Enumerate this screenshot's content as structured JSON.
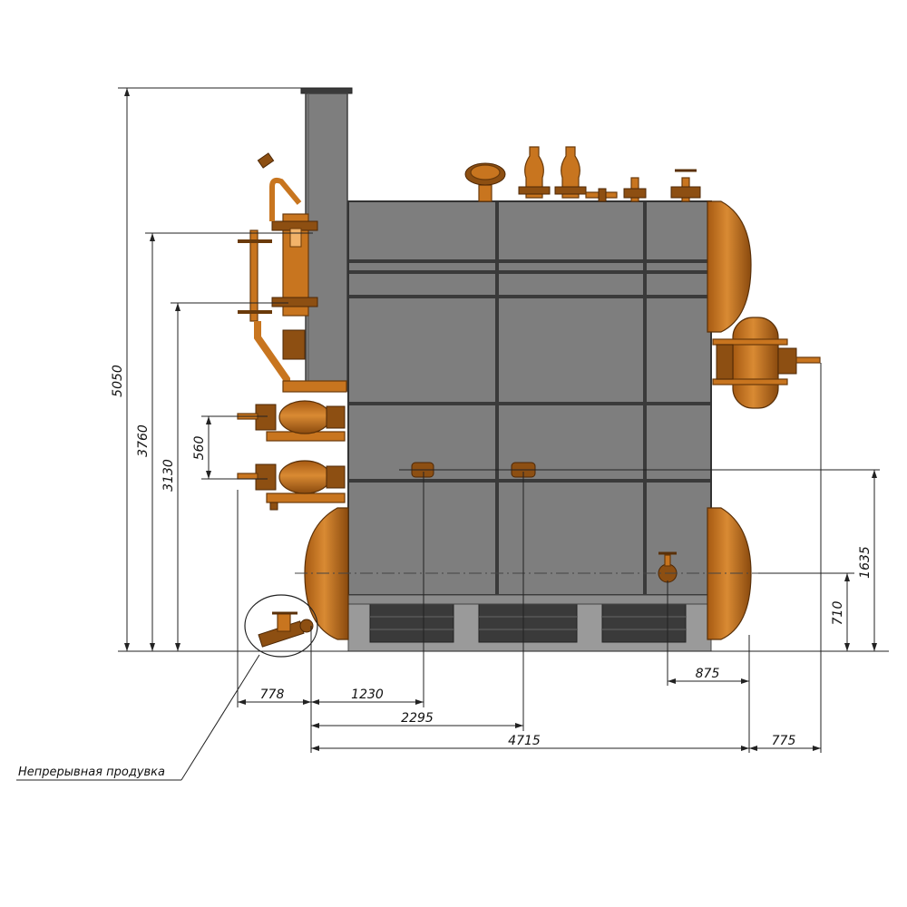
{
  "dimensions": {
    "total_height": "5050",
    "upper_pipe_height": "3760",
    "lower_pipe_height": "3130",
    "valve_spacing": "560",
    "right_level_high": "1635",
    "right_level_low": "710",
    "left_offset": "778",
    "first_nozzle": "1230",
    "second_nozzle": "2295",
    "body_length": "4715",
    "bottom_valve_offset": "875",
    "right_offset": "775"
  },
  "callout": {
    "label": "Непрерывная продувка"
  },
  "colors": {
    "body": "#7e7e7e",
    "copper": "#c8751f",
    "seams": "#3a3a3a"
  }
}
